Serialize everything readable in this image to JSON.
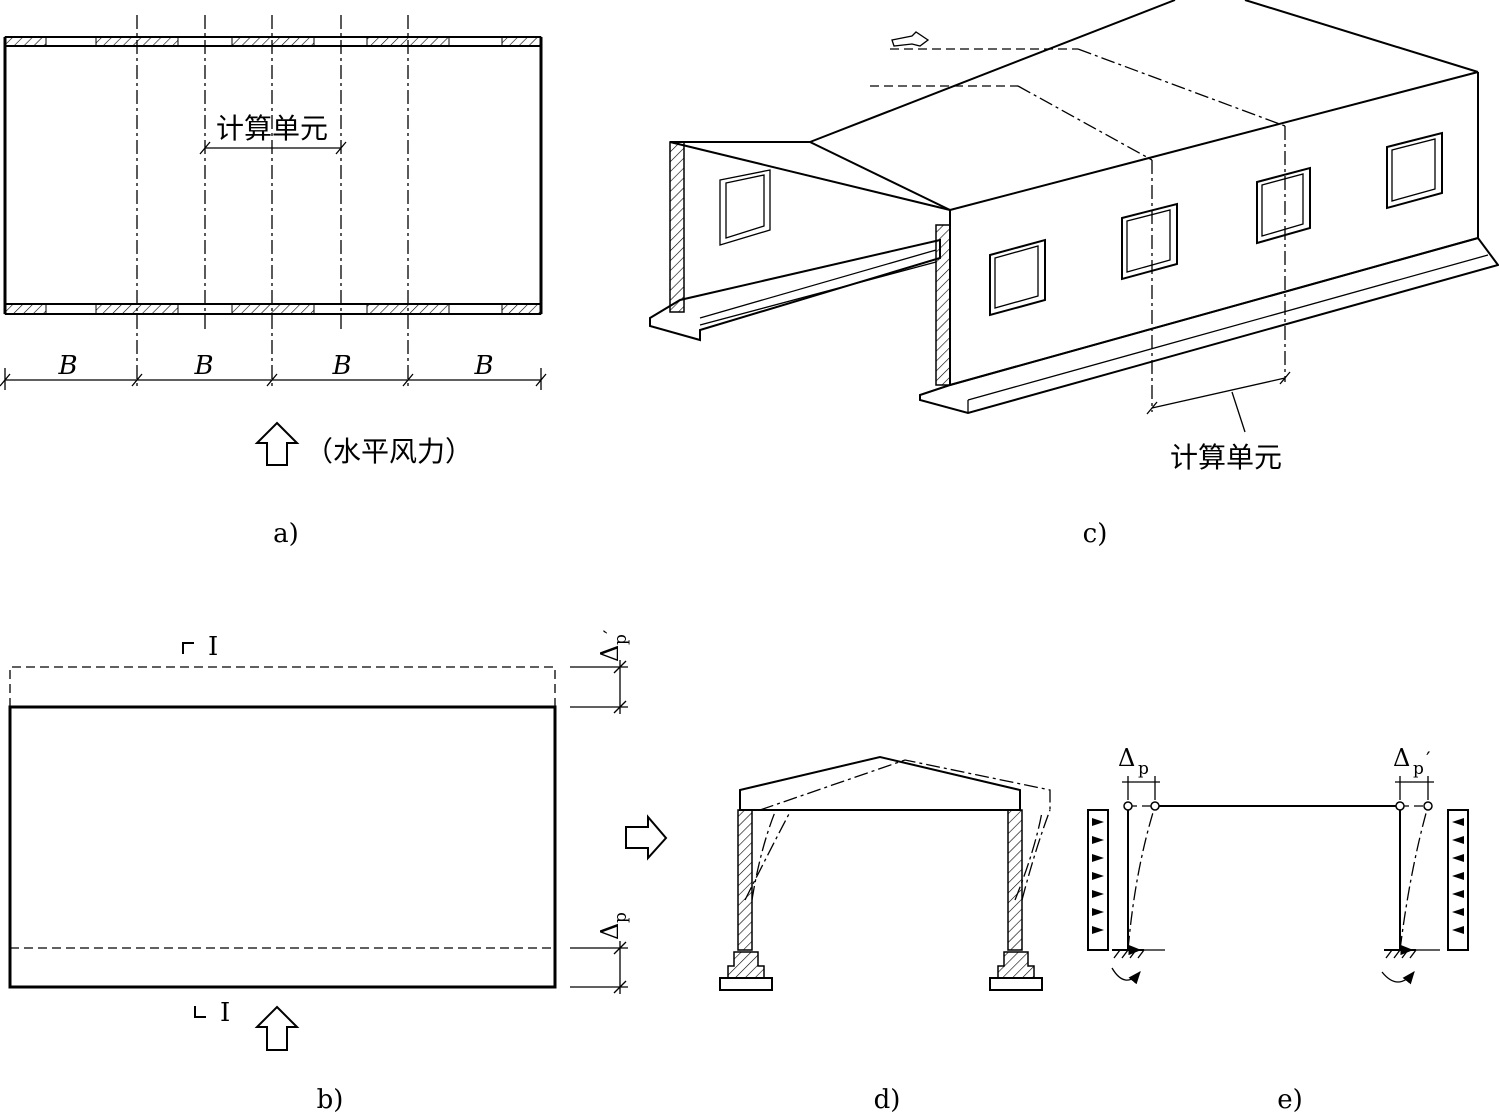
{
  "panel_a": {
    "caption": "a)",
    "unit_label": "计算单元",
    "bay_labels": [
      "B",
      "B",
      "B",
      "B"
    ],
    "wind_label": "（水平风力）"
  },
  "panel_b": {
    "caption": "b)",
    "section_top": "I",
    "section_bottom": "I",
    "delta_top_main": "Δ",
    "delta_top_sub": "p",
    "delta_top_prime": "′",
    "delta_bottom_main": "Δ",
    "delta_bottom_sub": "p"
  },
  "panel_c": {
    "caption": "c)",
    "unit_label": "计算单元"
  },
  "panel_d": {
    "caption": "d)"
  },
  "panel_e": {
    "caption": "e)",
    "delta_left_main": "Δ",
    "delta_left_sub": "p",
    "delta_right_main": "Δ",
    "delta_right_sub": "p",
    "delta_right_prime": "′"
  }
}
